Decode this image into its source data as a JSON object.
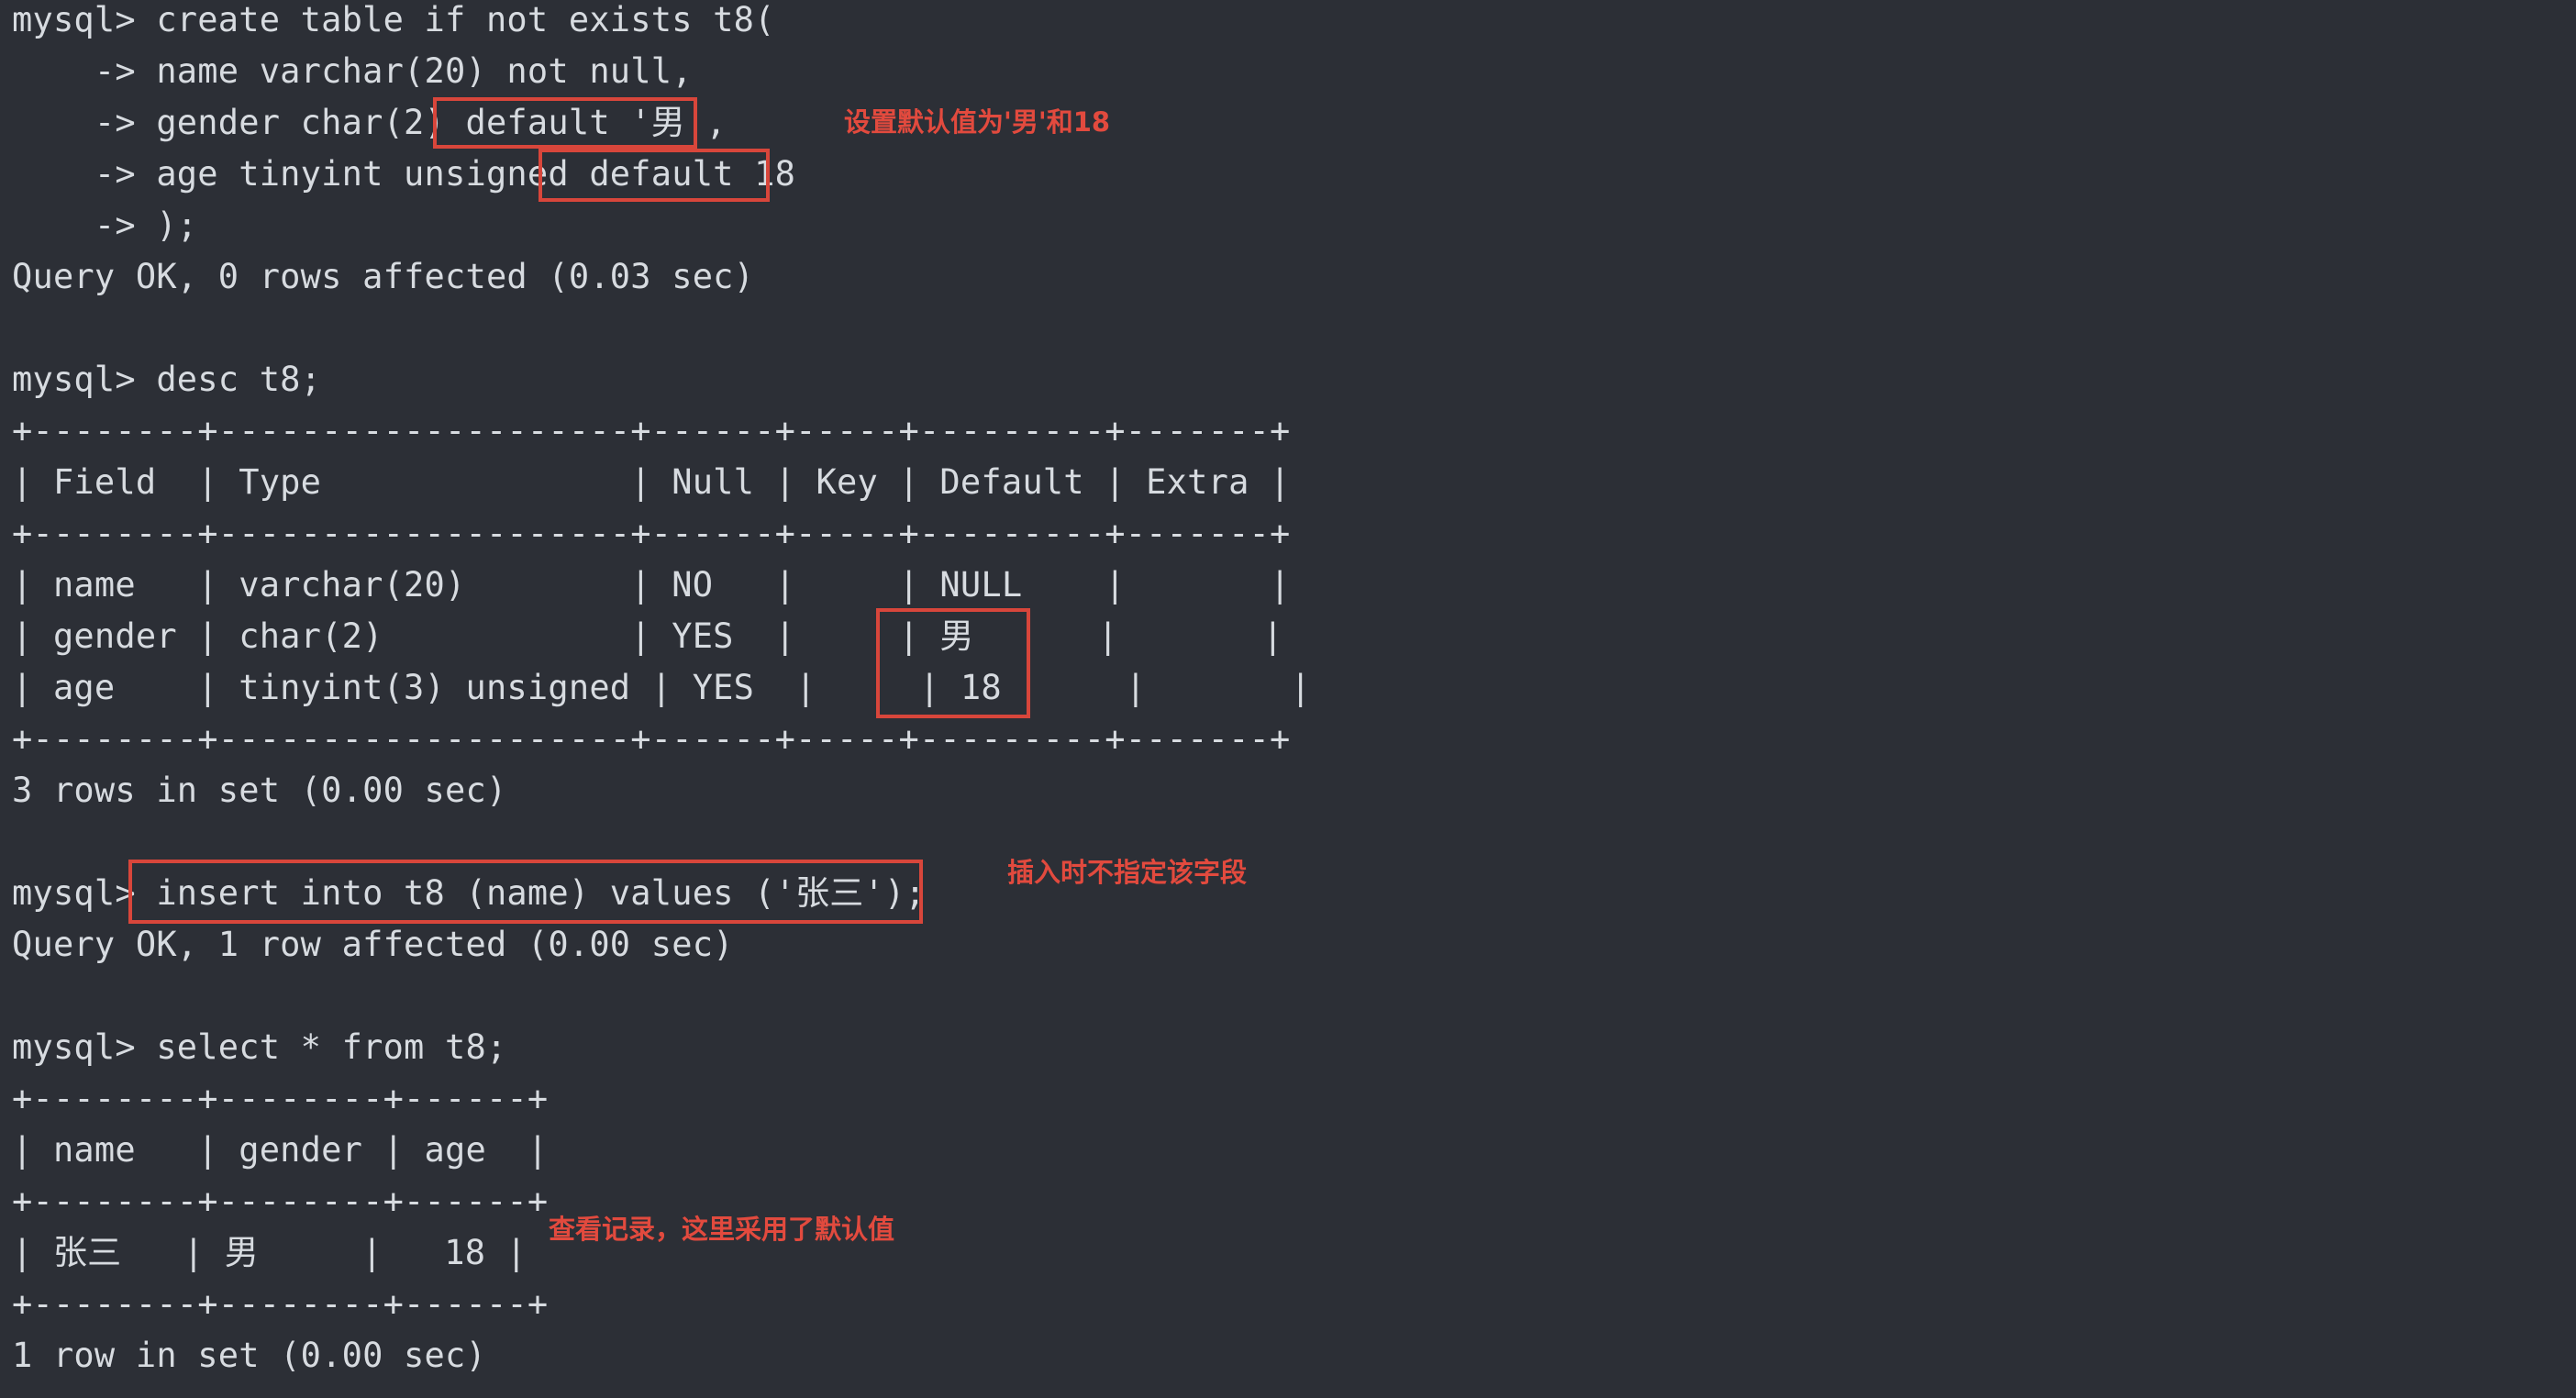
{
  "terminal": {
    "lines": [
      "mysql> create table if not exists t8(",
      "    -> name varchar(20) not null,",
      "    -> gender char(2) default '男',",
      "    -> age tinyint unsigned default 18",
      "    -> );",
      "Query OK, 0 rows affected (0.03 sec)",
      "",
      "mysql> desc t8;",
      "+--------+--------------------+------+-----+---------+-------+",
      "| Field  | Type               | Null | Key | Default | Extra |",
      "+--------+--------------------+------+-----+---------+-------+",
      "| name   | varchar(20)        | NO   |     | NULL    |       |",
      "| gender | char(2)            | YES  |     | 男      |       |",
      "| age    | tinyint(3) unsigned | YES  |     | 18      |       |",
      "+--------+--------------------+------+-----+---------+-------+",
      "3 rows in set (0.00 sec)",
      "",
      "mysql> insert into t8 (name) values ('张三');",
      "Query OK, 1 row affected (0.00 sec)",
      "",
      "mysql> select * from t8;",
      "+--------+--------+------+",
      "| name   | gender | age  |",
      "+--------+--------+------+",
      "| 张三   | 男     |   18 |",
      "+--------+--------+------+",
      "1 row in set (0.00 sec)"
    ]
  },
  "annotations": {
    "default_note": "设置默认值为'男'和18",
    "insert_note": "插入时不指定该字段",
    "select_note": "查看记录，这里采用了默认值"
  },
  "colors": {
    "background": "#2c2f36",
    "text": "#d7dbe0",
    "highlight": "#d8463b"
  }
}
